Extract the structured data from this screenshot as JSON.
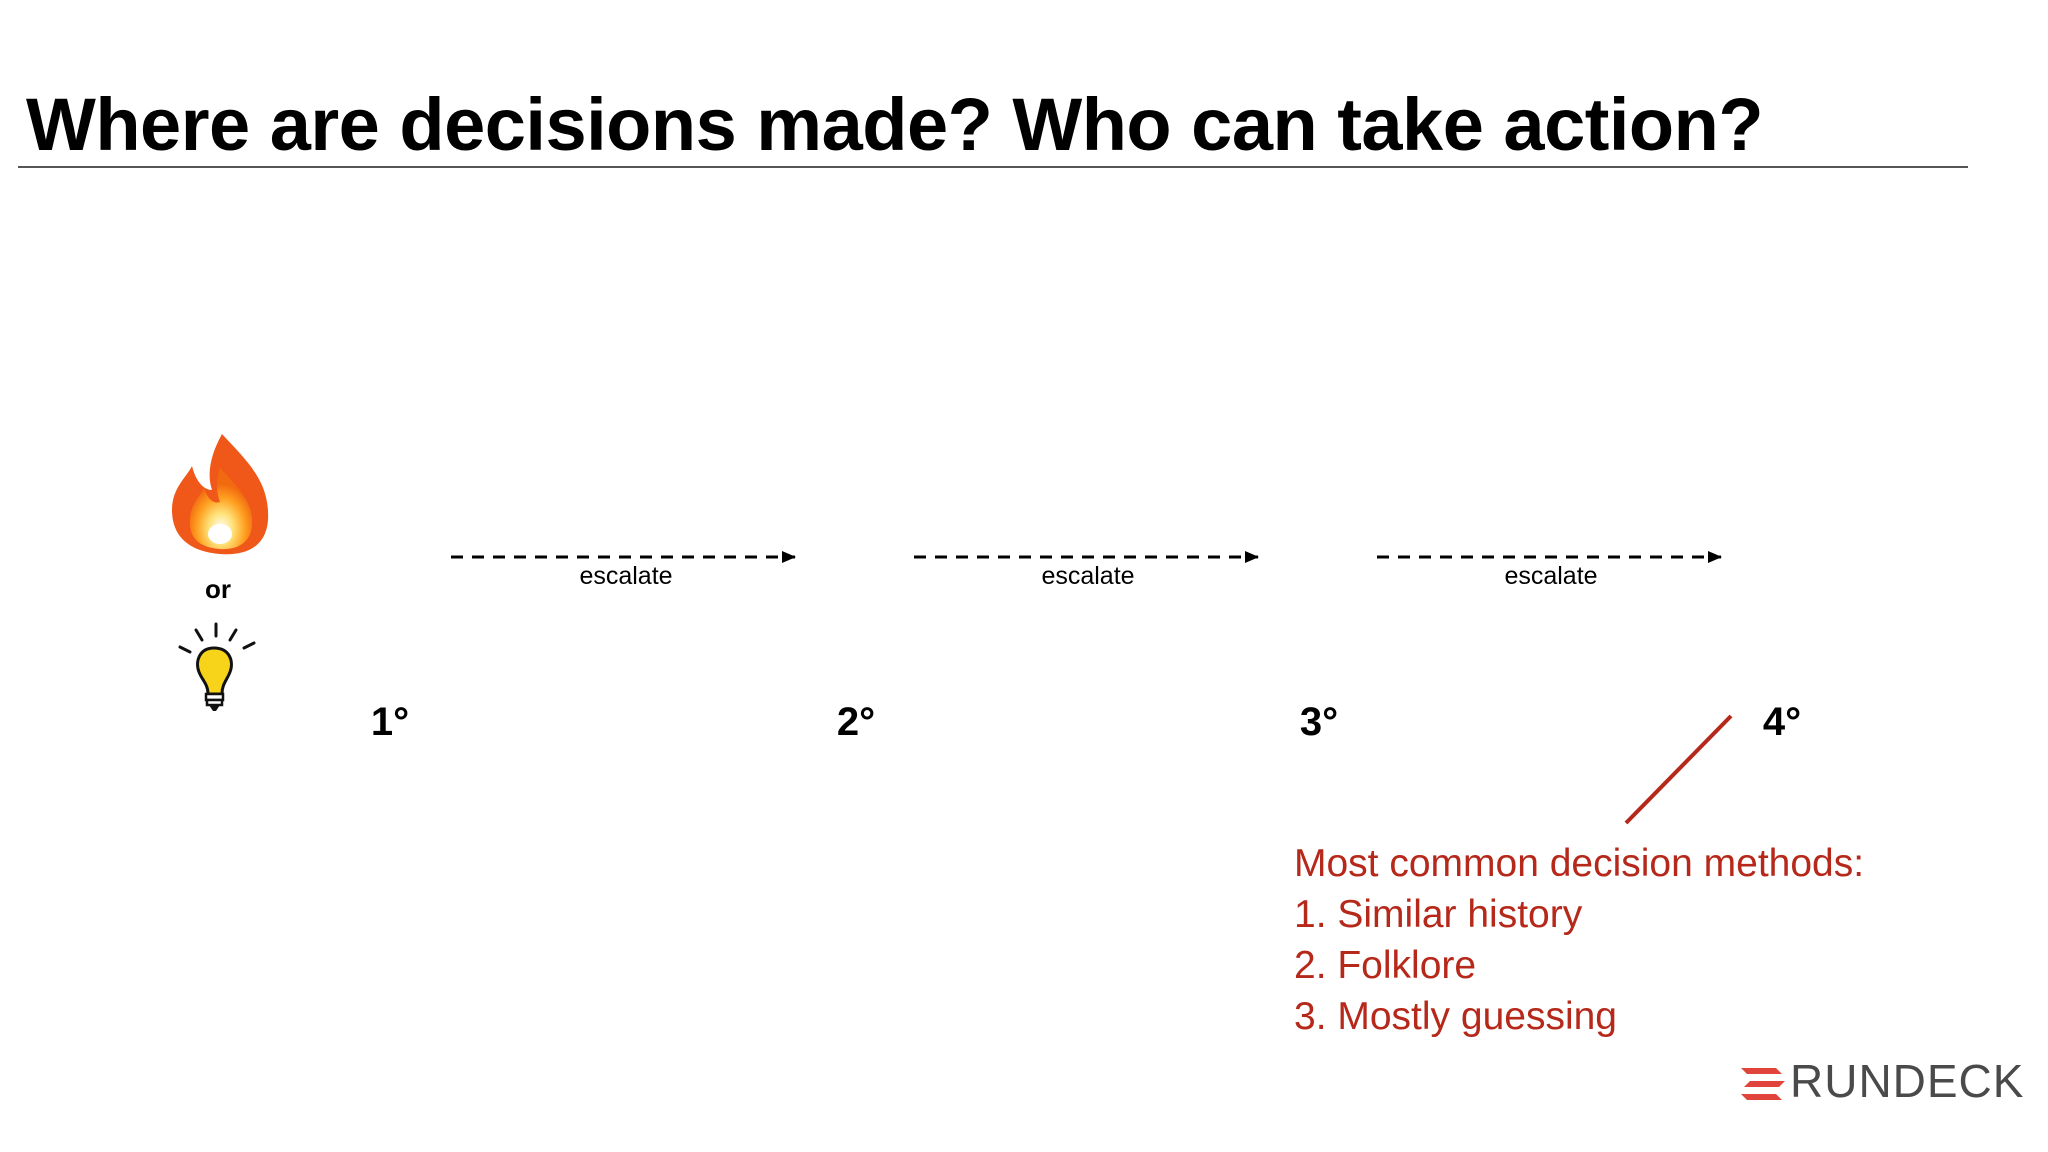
{
  "slide": {
    "title": "Where are decisions made? Who can take action?"
  },
  "trigger": {
    "fire_icon": "fire-icon",
    "or_label": "or",
    "idea_icon": "lightbulb-icon"
  },
  "tiers": [
    {
      "label": "1°"
    },
    {
      "label": "2°"
    },
    {
      "label": "3°"
    },
    {
      "label": "4°"
    }
  ],
  "escalations": [
    {
      "label": "escalate"
    },
    {
      "label": "escalate"
    },
    {
      "label": "escalate"
    }
  ],
  "callout": {
    "heading": "Most common decision methods:",
    "items": [
      "1. Similar history",
      "2. Folklore",
      "3. Mostly guessing"
    ],
    "color": "#b5281a"
  },
  "brand": {
    "name": "RUNDECK",
    "accent_color": "#e0443a"
  }
}
